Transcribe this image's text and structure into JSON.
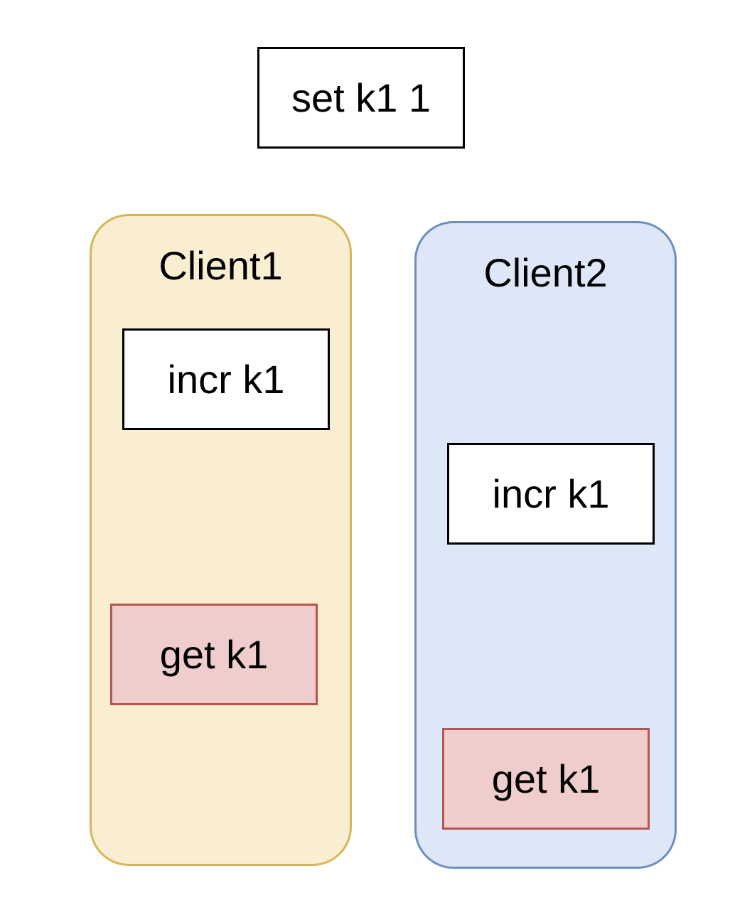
{
  "diagram": {
    "top_command": "set k1 1",
    "clients": [
      {
        "name": "Client1",
        "fill": "#f9eed2",
        "stroke": "#d6b656",
        "commands": [
          "incr k1",
          "get k1"
        ]
      },
      {
        "name": "Client2",
        "fill": "#dde7f8",
        "stroke": "#6c8ebf",
        "commands": [
          "incr k1",
          "get k1"
        ]
      }
    ],
    "colors": {
      "plain_box_fill": "#ffffff",
      "plain_box_stroke": "#000000",
      "read_box_fill": "#f0cdcd",
      "read_box_stroke": "#b85450"
    }
  }
}
